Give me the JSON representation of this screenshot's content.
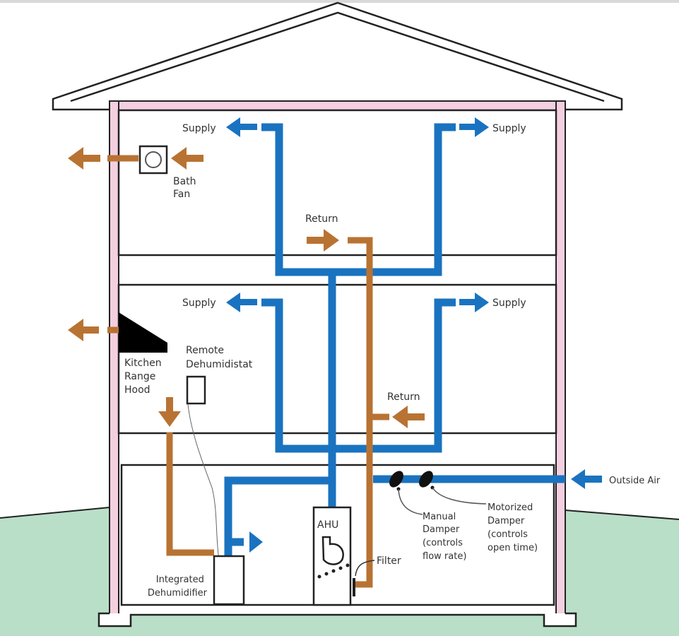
{
  "title": "Whole-house ventilation and dehumidification diagram",
  "colors": {
    "supply_duct": "#1a73c0",
    "return_duct": "#b87333",
    "insulation": "#f4cfe0",
    "ground": "#b9dfc8",
    "outline": "#222222"
  },
  "labels": {
    "supply_upper_left": "Supply",
    "supply_upper_right": "Supply",
    "supply_middle_left": "Supply",
    "supply_middle_right": "Supply",
    "return_upper": "Return",
    "return_middle": "Return",
    "bath_fan": [
      "Bath",
      "Fan"
    ],
    "kitchen_range_hood": [
      "Kitchen",
      "Range",
      "Hood"
    ],
    "remote_dehumidistat": [
      "Remote",
      "Dehumidistat"
    ],
    "integrated_dehumidifier": [
      "Integrated",
      "Dehumidifier"
    ],
    "ahu": "AHU",
    "filter": "Filter",
    "manual_damper": [
      "Manual",
      "Damper",
      "(controls",
      "flow rate)"
    ],
    "motorized_damper": [
      "Motorized",
      "Damper",
      "(controls",
      "open time)"
    ],
    "outside_air": "Outside Air"
  },
  "icons": {
    "bath_fan": "fan-icon",
    "range_hood": "range-hood-icon",
    "dehumidistat": "dehumidistat-icon",
    "ahu_blower": "blower-icon",
    "damper": "damper-icon"
  }
}
